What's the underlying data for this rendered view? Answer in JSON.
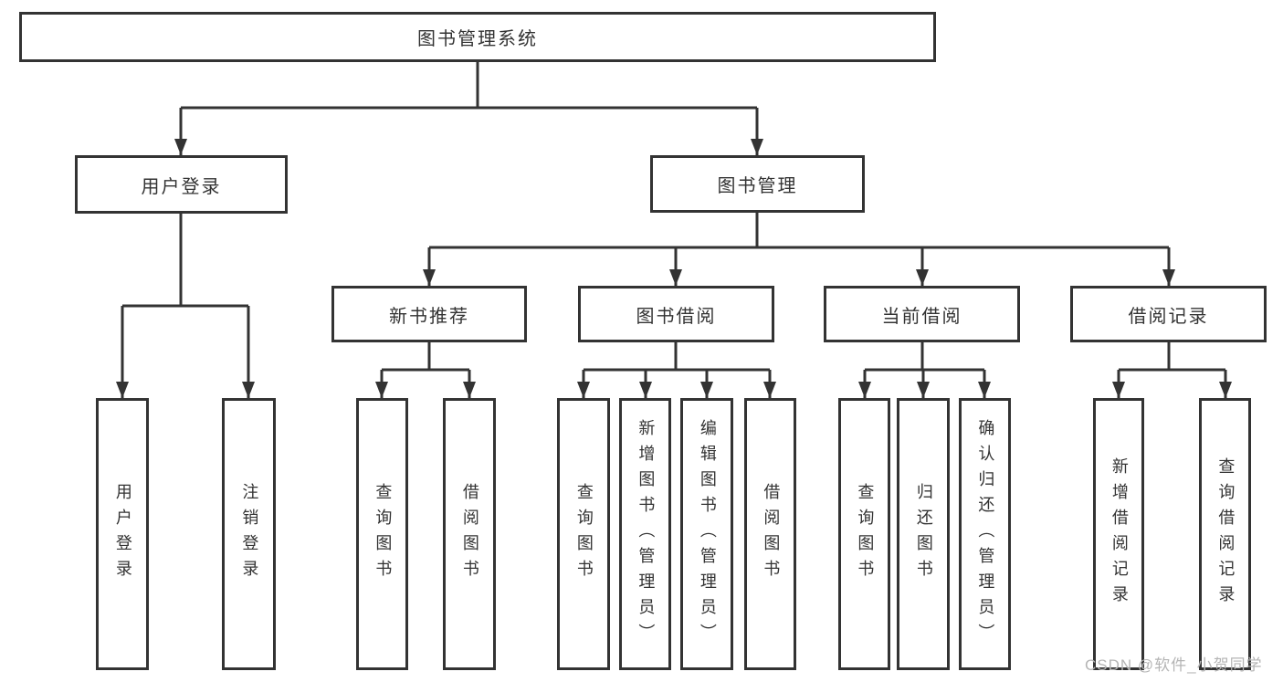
{
  "diagram": {
    "type": "hierarchy-tree",
    "title": "图书管理系统",
    "colors": {
      "line": "#333333",
      "box_border": "#333333",
      "box_background": "#ffffff",
      "text": "#333333",
      "watermark": "#b5b5b5"
    },
    "nodes": {
      "root": {
        "label": "图书管理系统"
      },
      "user_login": {
        "label": "用户登录"
      },
      "book_mgmt": {
        "label": "图书管理"
      },
      "new_book_rec": {
        "label": "新书推荐"
      },
      "book_borrow": {
        "label": "图书借阅"
      },
      "current_borrow": {
        "label": "当前借阅"
      },
      "borrow_records": {
        "label": "借阅记录"
      },
      "leaf_user_login": {
        "label": "用户登录"
      },
      "leaf_logout": {
        "label": "注销登录"
      },
      "leaf_rec_query": {
        "label": "查询图书"
      },
      "leaf_rec_borrow": {
        "label": "借阅图书"
      },
      "leaf_bb_query": {
        "label": "查询图书"
      },
      "leaf_bb_add": {
        "label": "新增图书（管理员）"
      },
      "leaf_bb_edit": {
        "label": "编辑图书（管理员）"
      },
      "leaf_bb_borrow": {
        "label": "借阅图书"
      },
      "leaf_cb_query": {
        "label": "查询图书"
      },
      "leaf_cb_return": {
        "label": "归还图书"
      },
      "leaf_cb_confirm": {
        "label": "确认归还（管理员）"
      },
      "leaf_br_add": {
        "label": "新增借阅记录"
      },
      "leaf_br_query": {
        "label": "查询借阅记录"
      }
    },
    "edges": [
      {
        "from": "root",
        "to": [
          "user_login",
          "book_mgmt"
        ]
      },
      {
        "from": "user_login",
        "to": [
          "leaf_user_login",
          "leaf_logout"
        ]
      },
      {
        "from": "book_mgmt",
        "to": [
          "new_book_rec",
          "book_borrow",
          "current_borrow",
          "borrow_records"
        ]
      },
      {
        "from": "new_book_rec",
        "to": [
          "leaf_rec_query",
          "leaf_rec_borrow"
        ]
      },
      {
        "from": "book_borrow",
        "to": [
          "leaf_bb_query",
          "leaf_bb_add",
          "leaf_bb_edit",
          "leaf_bb_borrow"
        ]
      },
      {
        "from": "current_borrow",
        "to": [
          "leaf_cb_query",
          "leaf_cb_return",
          "leaf_cb_confirm"
        ]
      },
      {
        "from": "borrow_records",
        "to": [
          "leaf_br_add",
          "leaf_br_query"
        ]
      }
    ]
  },
  "watermark": {
    "text": "CSDN @软件_小贺同学"
  }
}
